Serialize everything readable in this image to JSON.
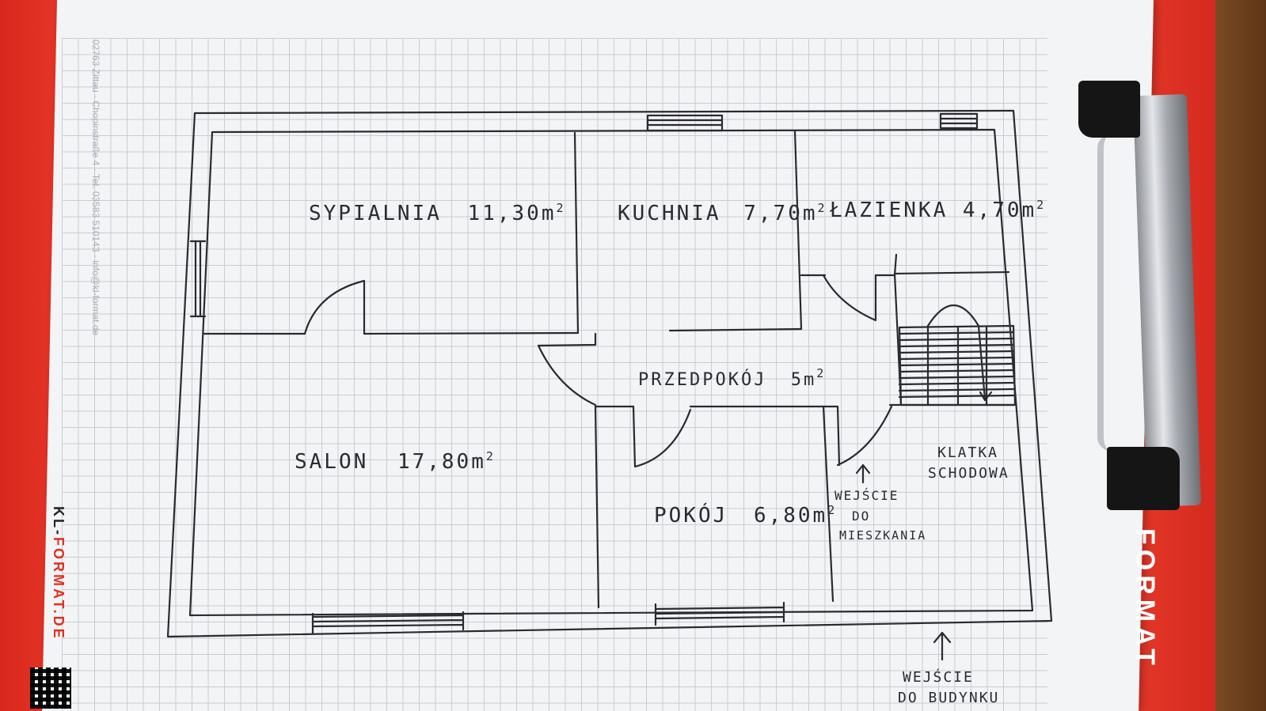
{
  "plan": {
    "rooms": [
      {
        "key": "sypialnia",
        "name": "SYPIALNIA",
        "area": "11,30m",
        "exp": "2"
      },
      {
        "key": "kuchnia",
        "name": "KUCHNIA",
        "area": "7,70m",
        "exp": "2"
      },
      {
        "key": "lazienka",
        "name": "ŁAZIENKA",
        "area": "4,70m",
        "exp": "2"
      },
      {
        "key": "przedpokoj",
        "name": "PRZEDPOKÓJ",
        "area": "5m",
        "exp": "2"
      },
      {
        "key": "salon",
        "name": "SALON",
        "area": "17,80m",
        "exp": "2"
      },
      {
        "key": "pokoj",
        "name": "POKÓJ",
        "area": "6,80m",
        "exp": "2"
      }
    ],
    "stairwell": [
      "KLATKA",
      "SCHODOWA"
    ],
    "entrance_flat": [
      "WEJŚCIE",
      "DO",
      "MIESZKANIA"
    ],
    "entrance_building": [
      "WEJŚCIE",
      "DO BUDYNKU"
    ]
  },
  "paper_margin": {
    "address": "02763 Zittau · Chopinstraße 4 · Tel. 03583 510143 · info@kl-format.de",
    "brand_dark": "KL-",
    "brand_accent": "FORMAT.DE"
  },
  "clipboard": {
    "brand": "FORMAT"
  }
}
